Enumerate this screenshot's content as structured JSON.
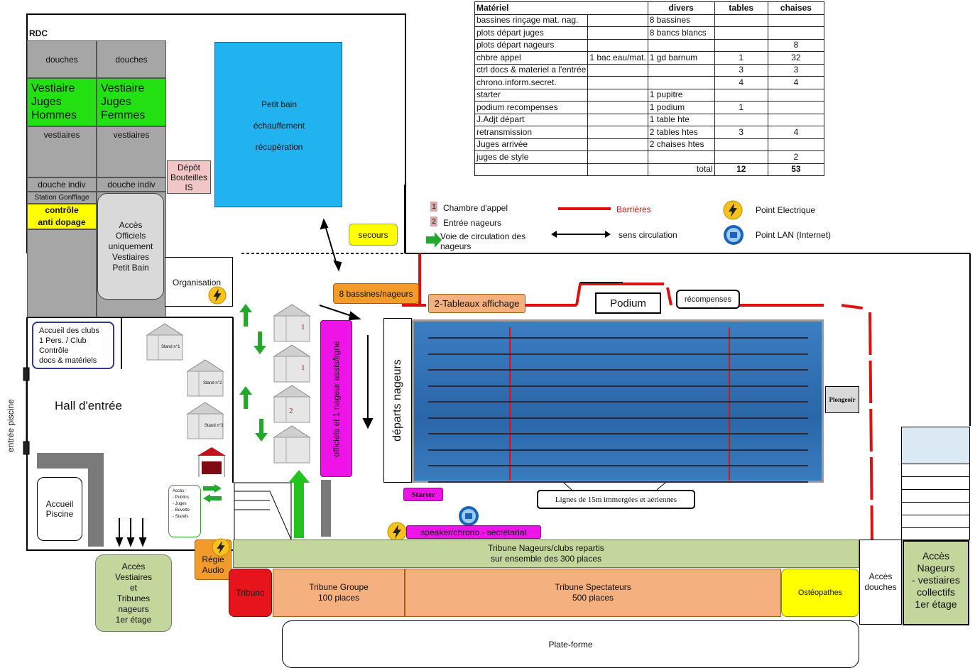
{
  "table": {
    "headers": [
      "Matériel",
      "divers",
      "tables",
      "chaises"
    ],
    "rows": [
      [
        "bassines rinçage mat. nag.",
        "",
        "8 bassines",
        "",
        ""
      ],
      [
        "plots départ juges",
        "",
        "8 bancs blancs",
        "",
        ""
      ],
      [
        "plots départ nageurs",
        "",
        "",
        "",
        "8"
      ],
      [
        "chbre appel",
        "1 bac eau/mat.",
        "1 gd barnum",
        "1",
        "32"
      ],
      [
        "ctrl docs &  materiel a l'entrée",
        "",
        "",
        "3",
        "3"
      ],
      [
        "chrono.inform.secret.",
        "",
        "",
        "4",
        "4"
      ],
      [
        "starter",
        "",
        "1 pupitre",
        "",
        ""
      ],
      [
        "podium recompenses",
        "",
        "1 podium",
        "1",
        ""
      ],
      [
        "J.Adjt départ",
        "",
        "1 table hte",
        "",
        ""
      ],
      [
        "retransmission",
        "",
        "2 tables htes",
        "3",
        "4"
      ],
      [
        "Juges arrivée",
        "",
        "2 chaises htes",
        "",
        ""
      ],
      [
        "juges de style",
        "",
        "",
        "",
        "2"
      ]
    ],
    "total_label": "total",
    "total_tables": "12",
    "total_chaises": "53"
  },
  "legend": {
    "chambre_num": "1",
    "chambre": "Chambre d'appel",
    "entree_num": "2",
    "entree": "Entrée nageurs",
    "voie": "Voie de circulation des\nnageurs",
    "barrieres": "Barrières",
    "sens": "sens circulation",
    "point_elec": "Point Electrique",
    "point_lan": "Point LAN (Internet)"
  },
  "rooms": {
    "rdc": "RDC",
    "douches1": "douches",
    "douches2": "douches",
    "vest_juges_h": "Vestiaire\nJuges\nHommes",
    "vest_juges_f": "Vestiaire\nJuges\nFemmes",
    "vestiaires1": "vestiaires",
    "vestiaires2": "vestiaires",
    "douche_indiv1": "douche indiv",
    "douche_indiv2": "douche indiv",
    "station": "Station Gonfflage",
    "antidopage": "contrôle\nanti dopage",
    "acces_officiels": "Accès\nOfficiels\nuniquement\nVestiaires\nPetit Bain",
    "depot": "Dépôt\nBouteilles\nIS",
    "petit_bain_1": "Petit bain",
    "petit_bain_2": "échauffement",
    "petit_bain_3": "récupération",
    "secours": "secours",
    "organisation": "Organisation",
    "accueil_clubs": "Accueil des clubs\n1 Pers. / Club\nContrôle\ndocs & matériels",
    "hall": "Hall d'entrée",
    "entree_piscine": "entrée piscine",
    "accueil_piscine": "Accueil\nPiscine",
    "acces_vestiaires": "Accès\nVestiaires\net\nTribunes\nnageurs\n1er étage",
    "stand1": "Stand n°1",
    "stand2": "Stand n°2",
    "stand3": "Stand n°3",
    "acces_list": "Accès :\n- Publics\n- Juges\n- Buvette\n- Stands",
    "bassines_nageurs": "8 bassines/nageurs",
    "tableaux": "2-Tableaux affichage",
    "podium": "Podium",
    "recompenses": "récompenses",
    "officiels": "officiels et 1 nageur assis/ligne",
    "departs": "départs   nageurs",
    "plongeoir": "Plongeoir",
    "lignes": "Lignes de 15m immergées et aériennes",
    "starter": "Starter",
    "speaker": "speaker/chrono - secrétariat",
    "regie": "Régie\nAudio",
    "tribune_nageurs": "Tribune Nageurs/clubs repartis\nsur ensemble des 300 places",
    "tribune": "Tribune",
    "tribune_groupe": "Tribune Groupe\n100 places",
    "tribune_spect": "Tribune Spectateurs\n500 places",
    "osteo": "Ostéopathes",
    "acces_douches": "Accès\ndouches",
    "acces_nageurs": "Accès\nNageurs\n- vestiaires\ncollectifs\n1er étage",
    "plateforme": "Plate-forme",
    "tent_num_1a": "1",
    "tent_num_1b": "1",
    "tent_num_2": "2"
  },
  "colors": {
    "gray": "#a6a6a6",
    "green": "#22e011",
    "pool": "#2f6fb0",
    "petit_bain": "#21b2f0",
    "magenta": "#ee13e6",
    "orange": "#f29b2a",
    "salmon": "#f4b07f",
    "yellow": "#ffff00",
    "olive": "#c3d69b",
    "red": "#e01010"
  }
}
